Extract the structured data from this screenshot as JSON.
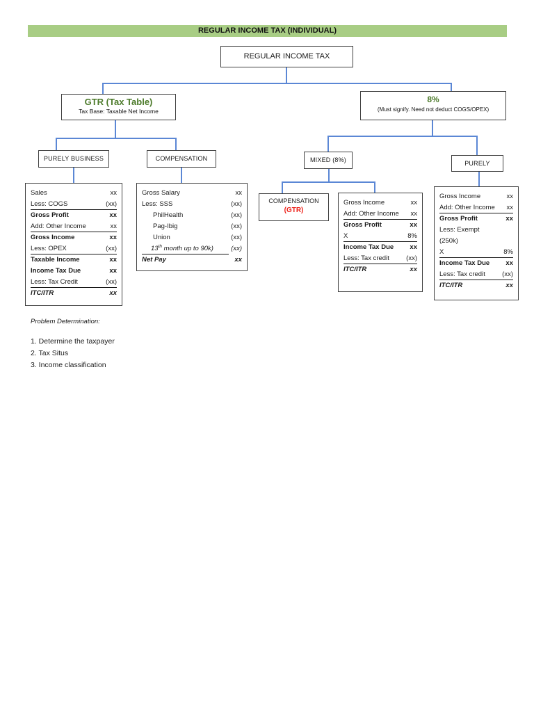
{
  "colors": {
    "banner_green": "#a8cd84",
    "accent_green": "#4c7a2a",
    "connector_blue": "#5b87d5",
    "alert_red": "#ee2018",
    "box_border": "#3f3f3f"
  },
  "banner": {
    "title": "REGULAR INCOME TAX (INDIVIDUAL)"
  },
  "tree": {
    "root": {
      "label": "REGULAR INCOME TAX"
    },
    "gtr": {
      "title": "GTR (Tax Table)",
      "subtitle": "Tax Base: Taxable Net Income"
    },
    "eight_percent": {
      "title": "8%",
      "subtitle": "(Must signify. Need not deduct COGS/OPEX)"
    },
    "purely_business": {
      "label": "PURELY BUSINESS"
    },
    "compensation": {
      "label": "COMPENSATION"
    },
    "mixed": {
      "label": "MIXED (8%)"
    },
    "purely": {
      "label": "PURELY"
    },
    "compensation_gtr": {
      "line1": "COMPENSATION",
      "line2": "(GTR)"
    }
  },
  "statements": {
    "purely_business": {
      "rows": [
        {
          "label": "Sales",
          "value": "xx"
        },
        {
          "label": "Less: COGS",
          "value": "(xx)",
          "underline": true
        },
        {
          "label": "Gross Profit",
          "value": "xx",
          "bold": true
        },
        {
          "label": "Add: Other Income",
          "value": "xx",
          "underline": true
        },
        {
          "label": "Gross Income",
          "value": "xx",
          "bold": true
        },
        {
          "label": "Less: OPEX",
          "value": "(xx)",
          "underline": true
        },
        {
          "label": "Taxable Income",
          "value": "xx",
          "bold": true
        },
        {
          "label": "Income Tax Due",
          "value": "xx",
          "bold": true
        },
        {
          "label": "Less: Tax Credit",
          "value": "(xx)",
          "underline": true
        },
        {
          "label": "ITC/ITR",
          "value": "xx",
          "bold": true,
          "italic": true
        }
      ]
    },
    "compensation": {
      "rows": [
        {
          "label": "Gross Salary",
          "value": "xx"
        },
        {
          "label": "Less: SSS",
          "value": "(xx)"
        },
        {
          "label": "PhilHealth",
          "value": "(xx)",
          "indent": 1
        },
        {
          "label": "Pag-Ibig",
          "value": "(xx)",
          "indent": 1
        },
        {
          "label": "Union",
          "value": "(xx)",
          "indent": 1
        },
        {
          "sup_label": {
            "before": "13",
            "sup": "th",
            "after": " month up to 90k)"
          },
          "value": "(xx)",
          "italic": true,
          "ulabel": true,
          "indent": 2
        },
        {
          "label": "Net Pay",
          "value": "xx",
          "bold": true,
          "italic": true
        }
      ]
    },
    "mixed": {
      "rows": [
        {
          "label": "Gross Income",
          "value": "xx"
        },
        {
          "label": "Add: Other Income",
          "value": "xx",
          "underline": true
        },
        {
          "label": "Gross Profit",
          "value": "xx",
          "bold": true
        },
        {
          "label": "X",
          "value": "8%",
          "underline": true
        },
        {
          "label": "Income Tax Due",
          "value": "xx",
          "bold": true
        },
        {
          "label": "Less: Tax credit",
          "value": "(xx)",
          "underline": true
        },
        {
          "label": "ITC/ITR",
          "value": "xx",
          "bold": true,
          "italic": true
        }
      ]
    },
    "purely": {
      "rows": [
        {
          "label": "Gross Income",
          "value": "xx"
        },
        {
          "label": "Add: Other Income",
          "value": "xx",
          "underline": true
        },
        {
          "label": "Gross Profit",
          "value": "xx",
          "bold": true
        },
        {
          "label": "Less: Exempt",
          "value": ""
        },
        {
          "label": "(250k)",
          "value": ""
        },
        {
          "label": "X",
          "value": "8%",
          "underline": true
        },
        {
          "label": "Income Tax Due",
          "value": "xx",
          "bold": true
        },
        {
          "label": "Less: Tax credit",
          "value": "(xx)",
          "underline": true
        },
        {
          "label": "ITC/ITR",
          "value": "xx",
          "bold": true,
          "italic": true
        }
      ]
    }
  },
  "footer": {
    "heading": "Problem Determination:",
    "items": [
      "1. Determine the taxpayer",
      "2. Tax Situs",
      "3. Income classification"
    ]
  }
}
